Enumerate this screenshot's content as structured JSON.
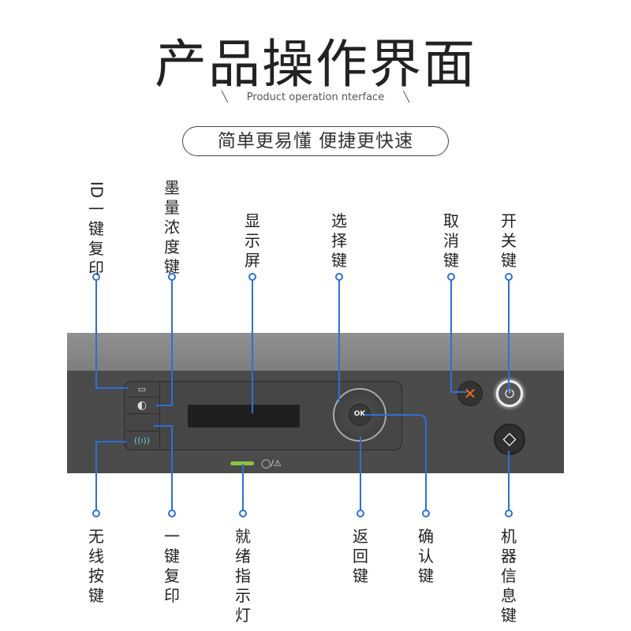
{
  "title": "产品操作界面",
  "subtitle": "Product operation nterface",
  "slogan": "简单更易懂 便捷更快速",
  "top_labels": {
    "id_copy": [
      "ID",
      "一",
      "键",
      "复",
      "印"
    ],
    "density": [
      "墨",
      "量",
      "浓",
      "度",
      "键"
    ],
    "display": [
      "显",
      "示",
      "屏"
    ],
    "select": [
      "选",
      "择",
      "键"
    ],
    "cancel": [
      "取",
      "消",
      "键"
    ],
    "power": [
      "开",
      "关",
      "键"
    ]
  },
  "bottom_labels": {
    "wireless": [
      "无",
      "线",
      "按",
      "键"
    ],
    "one_copy": [
      "一",
      "键",
      "复",
      "印"
    ],
    "ready": [
      "就",
      "绪",
      "指",
      "示",
      "灯"
    ],
    "back": [
      "返",
      "回",
      "键"
    ],
    "ok": [
      "确",
      "认",
      "键"
    ],
    "info": [
      "机",
      "器",
      "信",
      "息",
      "键"
    ]
  },
  "panel": {
    "ok_label": "OK",
    "status_symbol": "◯/⚠",
    "cancel_symbol": "✕",
    "power_symbol": "⏻",
    "start_symbol": "◇"
  },
  "colors": {
    "leader": "#2f6fd6",
    "led": "#8cc63f",
    "cancel": "#f06a1e"
  }
}
